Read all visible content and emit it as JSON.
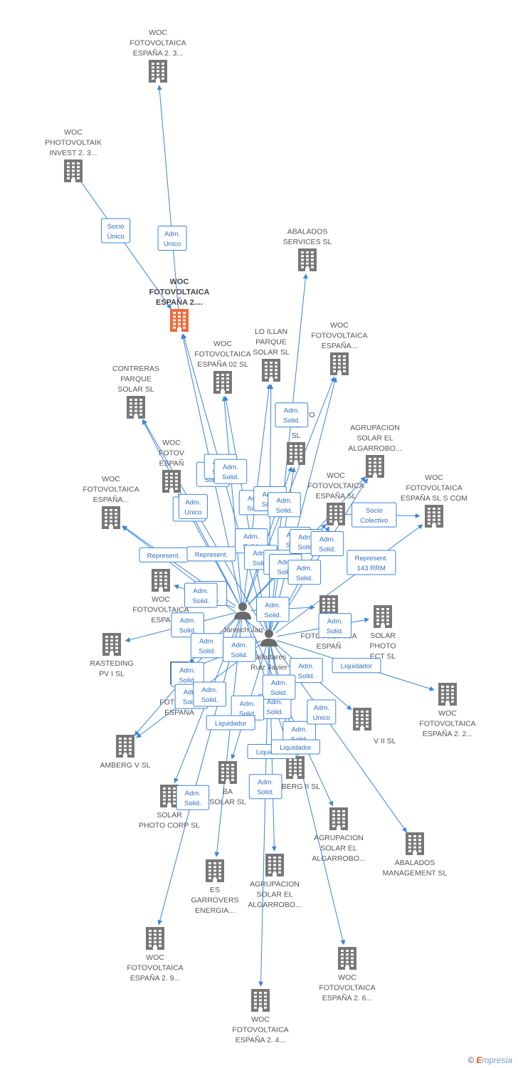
{
  "colors": {
    "edge": "#3a85d9",
    "building": "#777777",
    "main_building": "#f26a3b",
    "person": "#6a6a6a"
  },
  "footer": {
    "copyright": "©",
    "brand_e": "E",
    "brand_rest": "mpresia"
  },
  "nodes": [
    {
      "id": "n1",
      "type": "building",
      "lines": [
        "WOC",
        "FOTOVOLTAICA",
        "ESPAÑA 2. 3..."
      ]
    },
    {
      "id": "n2",
      "type": "building",
      "lines": [
        "WOC",
        "PHOTOVOLTAIK",
        "INVEST 2. 3..."
      ]
    },
    {
      "id": "main",
      "type": "building",
      "main": true,
      "lines": [
        "WOC",
        "FOTOVOLTAICA",
        "ESPAÑA 2...."
      ]
    },
    {
      "id": "n3",
      "type": "building",
      "lines": [
        "ABALADOS",
        "SERVICES SL"
      ]
    },
    {
      "id": "n4",
      "type": "building",
      "lines": [
        "WOC",
        "FOTOVOLTAICA",
        "ESPAÑA..."
      ]
    },
    {
      "id": "n5",
      "type": "building",
      "lines": [
        "LO ILLAN",
        "PARQUE",
        "SOLAR SL"
      ]
    },
    {
      "id": "n6",
      "type": "building",
      "lines": [
        "WOC",
        "FOTOVOLTAICA",
        "ESPAÑA 02 SL"
      ]
    },
    {
      "id": "n7",
      "type": "building",
      "lines": [
        "CONTRERAS",
        "PARQUE",
        "SOLAR SL"
      ]
    },
    {
      "id": "n8",
      "type": "building",
      "lines": [
        "TURBINTO",
        "UE",
        "SL"
      ]
    },
    {
      "id": "n9",
      "type": "building",
      "lines": [
        "AGRUPACION",
        "SOLAR EL",
        "ALGARROBO..."
      ]
    },
    {
      "id": "n10",
      "type": "building",
      "lines": [
        "WOC",
        "FOTOVOLTAICA",
        "ESPAÑA SL S COM"
      ]
    },
    {
      "id": "n11",
      "type": "building",
      "lines": [
        "WOC",
        "FOTOVOLTAICA",
        "ESPAÑA SL"
      ]
    },
    {
      "id": "n12",
      "type": "building",
      "lines": [
        "WOC",
        "FOTOVOLTAICA",
        "ESPAÑA..."
      ]
    },
    {
      "id": "n13",
      "type": "building",
      "lines": [
        "WOC",
        "FOTOV",
        "ESPAÑ"
      ]
    },
    {
      "id": "n14",
      "type": "building",
      "lines": [
        "WOC",
        "FOTOVOLTAICA",
        "ESPA"
      ]
    },
    {
      "id": "n15",
      "type": "building",
      "lines": [
        "SOLAR",
        "PHOTO",
        "ECT SL"
      ]
    },
    {
      "id": "n16",
      "type": "building",
      "lines": [
        "WOC",
        "FOTOVOLTAICA",
        "ESPAÑ"
      ]
    },
    {
      "id": "n17",
      "type": "building",
      "lines": [
        "RASTEDING",
        "PV I SL"
      ]
    },
    {
      "id": "n18",
      "type": "building",
      "lines": [
        "WOC",
        "FOTOVOLTAICA",
        "ESPAÑA 2. 2..."
      ]
    },
    {
      "id": "n19",
      "type": "building",
      "lines": [
        "W",
        "FOTOVOLT",
        "ESPAÑA"
      ]
    },
    {
      "id": "n20",
      "type": "building",
      "lines": [
        "V II SL"
      ]
    },
    {
      "id": "n21",
      "type": "building",
      "lines": [
        "AMBERG V SL"
      ]
    },
    {
      "id": "n22",
      "type": "building",
      "lines": [
        "AMBERG II SL"
      ]
    },
    {
      "id": "n23",
      "type": "building",
      "lines": [
        "SOLAR",
        "PHOTO CORP SL"
      ]
    },
    {
      "id": "n24",
      "type": "building",
      "lines": [
        "BA",
        "SOLAR SL"
      ]
    },
    {
      "id": "n25",
      "type": "building",
      "lines": [
        "AGRUPACION",
        "SOLAR EL",
        "ALGARROBO..."
      ]
    },
    {
      "id": "n26",
      "type": "building",
      "lines": [
        "ABALADOS",
        "MANAGEMENT SL"
      ]
    },
    {
      "id": "n27",
      "type": "building",
      "lines": [
        "ES",
        "GARROVERS",
        "ENERGIA..."
      ]
    },
    {
      "id": "n28",
      "type": "building",
      "lines": [
        "AGRUPACION",
        "SOLAR EL",
        "ALGARROBO..."
      ]
    },
    {
      "id": "n29",
      "type": "building",
      "lines": [
        "WOC",
        "FOTOVOLTAICA",
        "ESPAÑA 2. 9..."
      ]
    },
    {
      "id": "n30",
      "type": "building",
      "lines": [
        "WOC",
        "FOTOVOLTAICA",
        "ESPAÑA 2. 6..."
      ]
    },
    {
      "id": "n31",
      "type": "building",
      "lines": [
        "WOC",
        "FOTOVOLTAICA",
        "ESPAÑA 2. 4..."
      ]
    },
    {
      "id": "p1",
      "type": "person",
      "lines": [
        "Jaresch Jan"
      ]
    },
    {
      "id": "p2",
      "type": "person",
      "lines": [
        "Valladares",
        "Ruiz Javier"
      ]
    }
  ],
  "edges": [
    {
      "from": "main",
      "to": "n1",
      "label": [
        "Adm.",
        "Unico"
      ]
    },
    {
      "from": "n2",
      "to": "main",
      "label": [
        "Socio",
        "Único"
      ]
    },
    {
      "from": "p1",
      "to": "main",
      "label": [
        "Adm.",
        "Solid."
      ]
    },
    {
      "from": "p2",
      "to": "main",
      "label": [
        "Adm.",
        "Solid."
      ]
    },
    {
      "from": "p1",
      "to": "n6",
      "label": [
        "Adm.",
        "Solid."
      ]
    },
    {
      "from": "p2",
      "to": "n6",
      "label": [
        "Adm.",
        "Solid."
      ]
    },
    {
      "from": "p1",
      "to": "n5",
      "label": [
        "Adm.",
        "Solid."
      ]
    },
    {
      "from": "p2",
      "to": "n5",
      "label": [
        "Adm.",
        "Solid."
      ]
    },
    {
      "from": "p2",
      "to": "n3",
      "label": [
        "Adm.",
        "Solid."
      ]
    },
    {
      "from": "p2",
      "to": "n4",
      "label": [
        "Adm.",
        "Solid."
      ]
    },
    {
      "from": "p1",
      "to": "n4",
      "label": [
        "Adm.",
        "Solid."
      ]
    },
    {
      "from": "p1",
      "to": "n7",
      "label": [
        "Adm.",
        "Solid."
      ]
    },
    {
      "from": "p2",
      "to": "n7",
      "label": [
        "Adm.",
        "Unico"
      ]
    },
    {
      "from": "p1",
      "to": "n8",
      "label": [
        "Adm.",
        "Solid."
      ]
    },
    {
      "from": "p2",
      "to": "n8",
      "label": [
        "Adm.",
        "Solid."
      ]
    },
    {
      "from": "p1",
      "to": "n9",
      "label": [
        "Adm.",
        "Solid."
      ]
    },
    {
      "from": "p2",
      "to": "n9",
      "label": [
        "Adm.",
        "Solid."
      ]
    },
    {
      "from": "p2",
      "to": "n10",
      "label": [
        "Represent.",
        "143 RRM"
      ]
    },
    {
      "from": "n11",
      "to": "n10",
      "label": [
        "Socio",
        "Colectivo"
      ]
    },
    {
      "from": "p1",
      "to": "n11",
      "label": [
        "Adm.",
        "Solid."
      ]
    },
    {
      "from": "p2",
      "to": "n11",
      "label": [
        "Adm.",
        "Solid."
      ]
    },
    {
      "from": "p1",
      "to": "n12",
      "label": [
        "Represent."
      ]
    },
    {
      "from": "p2",
      "to": "n12",
      "label": [
        "Adm.",
        "Solid."
      ]
    },
    {
      "from": "p1",
      "to": "n13",
      "label": [
        "Represent."
      ]
    },
    {
      "from": "p1",
      "to": "n14",
      "label": [
        "Adm.",
        "Solid."
      ]
    },
    {
      "from": "p2",
      "to": "n15",
      "label": [
        "Adm.",
        "Solid."
      ]
    },
    {
      "from": "p1",
      "to": "n16",
      "label": [
        "Adm.",
        "Solid."
      ]
    },
    {
      "from": "p1",
      "to": "n17",
      "label": [
        "Adm.",
        "Solid."
      ]
    },
    {
      "from": "p2",
      "to": "n18",
      "label": [
        "Liquidador"
      ]
    },
    {
      "from": "p1",
      "to": "n19",
      "label": [
        "Adm.",
        "Solid."
      ]
    },
    {
      "from": "p2",
      "to": "n19",
      "label": [
        "Adm.",
        "Solid."
      ]
    },
    {
      "from": "p2",
      "to": "n20",
      "label": [
        "Adm.",
        "Solid."
      ]
    },
    {
      "from": "p1",
      "to": "n21",
      "label": [
        "Adm.",
        "Solid."
      ]
    },
    {
      "from": "p2",
      "to": "n21",
      "label": [
        "Adm.",
        "Solid."
      ]
    },
    {
      "from": "p1",
      "to": "n22",
      "label": [
        "Adm.",
        "Solid."
      ]
    },
    {
      "from": "p2",
      "to": "n22",
      "label": [
        "Adm.",
        "Solid."
      ]
    },
    {
      "from": "p1",
      "to": "n23",
      "label": [
        "Adm.",
        "Solid."
      ]
    },
    {
      "from": "p2",
      "to": "n24",
      "label": [
        "Adm.",
        "Solid."
      ]
    },
    {
      "from": "p1",
      "to": "n25",
      "label": [
        "Adm.",
        "Solid."
      ]
    },
    {
      "from": "p2",
      "to": "n26",
      "label": [
        "Adm.",
        "Unico"
      ]
    },
    {
      "from": "p1",
      "to": "n27",
      "label": [
        "Liquidador"
      ]
    },
    {
      "from": "p2",
      "to": "n28",
      "label": [
        "Liquidador"
      ]
    },
    {
      "from": "p1",
      "to": "n29",
      "label": [
        "Adm.",
        "Solid."
      ]
    },
    {
      "from": "p2",
      "to": "n30",
      "label": [
        "Liquidador"
      ]
    },
    {
      "from": "p2",
      "to": "n31",
      "label": [
        "Adm.",
        "Solid."
      ]
    }
  ]
}
